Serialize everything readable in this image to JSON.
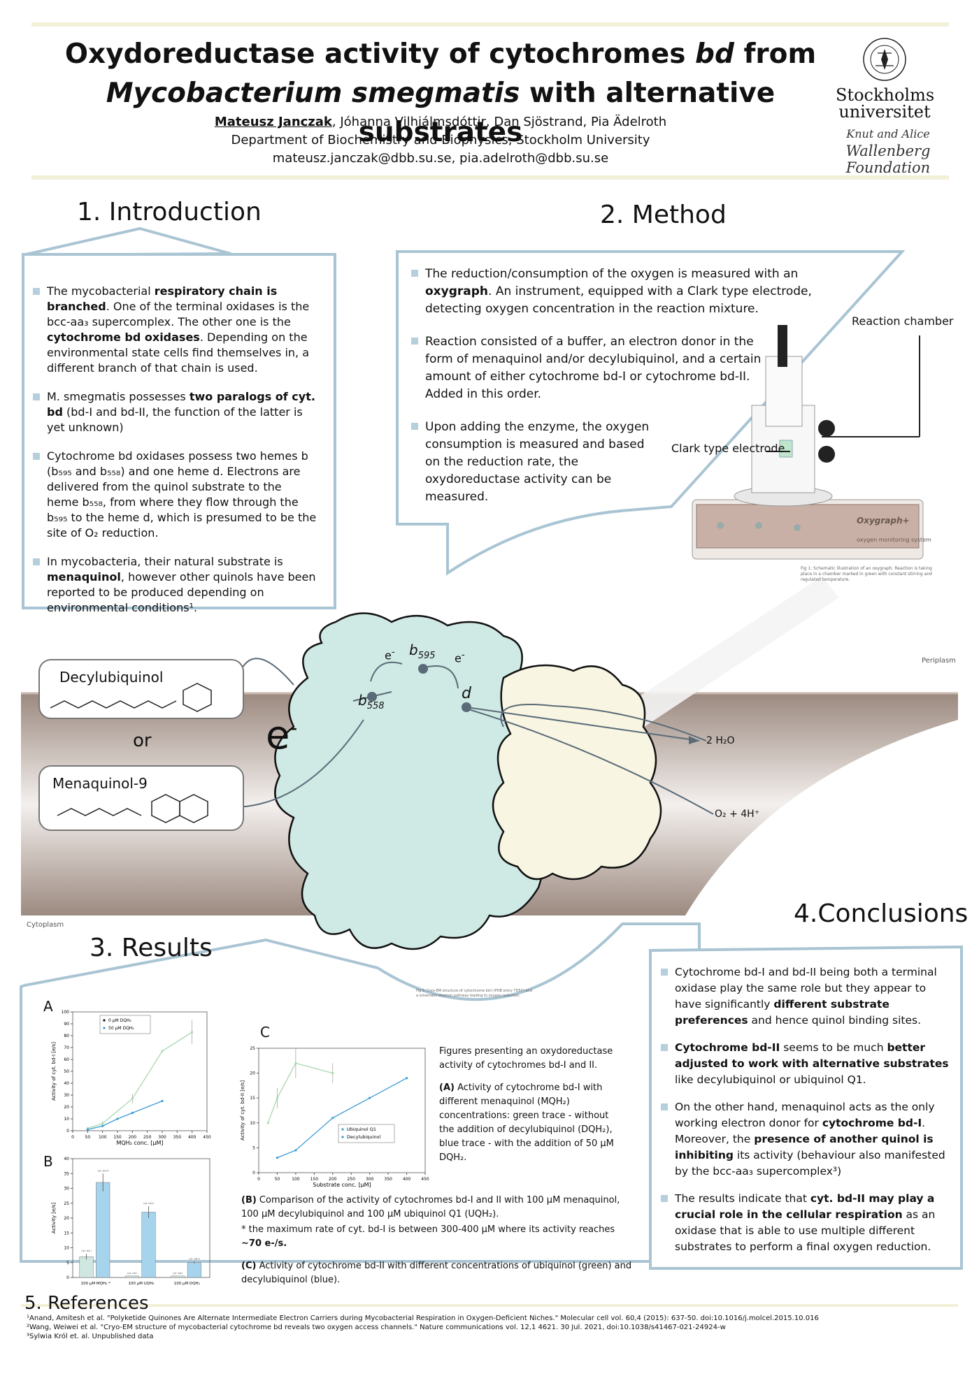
{
  "header": {
    "title_line1_pre": "Oxydoreductase activity of cytochromes ",
    "title_line1_it": "bd",
    "title_line1_post": " from",
    "title_line2_it": "Mycobacterium smegmatis",
    "title_line2_post": " with alternative substrates",
    "author_main": "Mateusz Janczak",
    "authors_rest": ", Jóhanna Vilhjálmsdóttir, Dan Sjöstrand, Pia Ädelroth",
    "department": "Department of Biochemistry and Biophysics, Stockholm University",
    "emails": "mateusz.janczak@dbb.su.se, pia.adelroth@dbb.su.se",
    "logo_su_line1": "Stockholms",
    "logo_su_line2": "universitet",
    "logo_kaw_line1": "Knut and Alice",
    "logo_kaw_line2": "Wallenberg",
    "logo_kaw_line3": "Foundation"
  },
  "sections": {
    "intro": "1. Introduction",
    "method": "2. Method",
    "results": "3. Results",
    "conclusions": "4.Conclusions",
    "references": "5. References"
  },
  "intro_bullets": [
    {
      "a": "The mycobacterial ",
      "b": "respiratory chain is branched",
      "c": ". One of the terminal oxidases is the bcc-aa₃ supercomplex. The other one is the ",
      "d": "cytochrome bd oxidases",
      "e": ". Depending on the environmental state cells find themselves in, a different branch of that chain is used."
    },
    {
      "a": "M. smegmatis possesses ",
      "b": "two paralogs of cyt. bd",
      "c": " (bd-I and bd-II, the function of the latter is yet unknown)",
      "d": "",
      "e": ""
    },
    {
      "a": "Cytochrome bd oxidases possess two hemes b (b₅₉₅ and b₅₅₈) and one heme d. Electrons are delivered from the quinol substrate to the heme b₅₅₈, from where they flow through the b₅₉₅ to the heme d, which is presumed to be the site of O₂ reduction.",
      "b": "",
      "c": "",
      "d": "",
      "e": ""
    },
    {
      "a": "In mycobacteria, their natural substrate is ",
      "b": "menaquinol",
      "c": ", however other quinols have been reported to be produced depending on environmental conditions¹.",
      "d": "",
      "e": ""
    }
  ],
  "method_bullets": [
    {
      "a": "The reduction/consumption of the oxygen is measured with an ",
      "b": "oxygraph",
      "c": ". An instrument, equipped with a Clark type electrode, detecting oxygen concentration in the reaction mixture."
    },
    {
      "a": "Reaction consisted of a buffer, an electron donor in the form of menaquinol and/or decylubiquinol, and a certain amount of either cytochrome bd-I or cytochrome bd-II. Added in this order.",
      "b": "",
      "c": ""
    },
    {
      "a": "Upon adding the enzyme, the oxygen consumption is measured and based on the reduction rate, the oxydoreductase activity can be measured.",
      "b": "",
      "c": ""
    }
  ],
  "oxygraph": {
    "reaction_chamber": "Reaction chamber",
    "clark": "Clark type electrode",
    "brand": "Oxygraph+",
    "subtitle": "oxygen monitoring system",
    "caption": "Fig 1: Schematic illustration of an oxygraph. Reaction is taking place in a chamber marked in green with constant stirring and regulated temperature."
  },
  "structure": {
    "decyl": "Decylubiquinol",
    "or": "or",
    "mena": "Menaquinol-9",
    "e_big": "e",
    "e_small1": "e",
    "e_small2": "e",
    "b558": "b",
    "b558_sub": "558",
    "b595": "b",
    "b595_sub": "595",
    "d": "d",
    "h2o": "2 H₂O",
    "o2": "O₂ + 4H⁺",
    "periplasm": "Periplasm",
    "cytoplasm": "Cytoplasm",
    "caption": "Fig 2: Cryo-EM structure of cytochrome bd-I (PDB entry 7D5I²) and a schematic electron pathway leading to oxygen reduction."
  },
  "conclusions": [
    {
      "a": "Cytochrome bd-I and bd-II being both a terminal oxidase play the same role but they appear to have significantly ",
      "b": "different substrate preferences",
      "c": " and hence quinol binding sites."
    },
    {
      "a": "",
      "b": "Cytochrome bd-II",
      "c": " seems to be much ",
      "d": "better adjusted to work with alternative substrates",
      "e": " like decylubiquinol or ubiquinol Q1."
    },
    {
      "a": "On the other hand, menaquinol acts as the only working electron donor for ",
      "b": "cytochrome bd-I",
      "c": ". Moreover, the ",
      "d": "presence of another quinol is inhibiting",
      "e": " its activity (behaviour also manifested by the bcc-aa₃ supercomplex³)"
    },
    {
      "a": "The results indicate that ",
      "b": "cyt. bd-II may play a crucial role in the cellular respiration",
      "c": " as an oxidase that is able to use multiple different substrates to perform a final oxygen reduction."
    }
  ],
  "results_caption": {
    "p0": "Figures presenting an oxydoreductase activity of cytochromes bd-I and II.",
    "a_label": "(A)",
    "a_text": " Activity of cytochrome bd-I with different menaquinol (MQH₂) concentrations: green trace - without the addition of decylubiquinol (DQH₂), blue trace - with the addition of 50 μM DQH₂.",
    "b_label": "(B)",
    "b_text": " Comparison of the activity of cytochromes bd-I and II with 100 μM menaquinol, 100 μM decylubiquinol and 100 μM ubiquinol Q1 (UQH₂).",
    "b_note_pre": "* the maximum rate of cyt. bd-I is between 300-400 μM where its activity reaches ",
    "b_note_bold": "~70 e-/s.",
    "c_label": "(C)",
    "c_text": " Activity of cytochrome bd-II with different concentrations of ubiquinol (green) and decylubiquinol (blue)."
  },
  "panel_labels": {
    "a": "A",
    "b": "B",
    "c": "C"
  },
  "references": [
    "¹Anand, Amitesh et al. \"Polyketide Quinones Are Alternate Intermediate Electron Carriers during Mycobacterial Respiration in Oxygen-Deficient Niches.\" Molecular cell vol. 60,4 (2015): 637-50. doi:10.1016/j.molcel.2015.10.016",
    "²Wang, Weiwei et al. \"Cryo-EM structure of mycobacterial cytochrome bd reveals two oxygen access channels.\" Nature communications vol. 12,1 4621. 30 Jul. 2021, doi:10.1038/s41467-021-24924-w",
    "³Sylwia Król et. al. Unpublished data"
  ],
  "chart_data": [
    {
      "type": "line",
      "id": "A",
      "xlabel": "MQH₂ conc. [μM]",
      "ylabel": "Activity of cyt. bd-I [e/s]",
      "xlim": [
        0,
        450
      ],
      "ylim": [
        0,
        100
      ],
      "xticks": [
        0,
        50,
        100,
        150,
        200,
        250,
        300,
        350,
        400,
        450
      ],
      "yticks": [
        0,
        10,
        20,
        30,
        40,
        50,
        60,
        70,
        80,
        90,
        100
      ],
      "series": [
        {
          "name": "0 μM DQH₂",
          "color": "#a8d8b0",
          "x": [
            50,
            100,
            200,
            300,
            400
          ],
          "y": [
            2,
            6,
            27,
            67,
            83
          ],
          "err": [
            0,
            2,
            4,
            0,
            10
          ]
        },
        {
          "name": "50 μM DQH₂",
          "color": "#3c9bd6",
          "x": [
            50,
            100,
            150,
            200,
            300
          ],
          "y": [
            1,
            4,
            10,
            15,
            25
          ],
          "err": [
            0,
            1,
            1,
            1,
            0
          ]
        }
      ]
    },
    {
      "type": "bar",
      "id": "B",
      "ylabel": "Activity [e/s]",
      "ylim": [
        0,
        40
      ],
      "yticks": [
        0,
        5,
        10,
        15,
        20,
        25,
        30,
        35,
        40
      ],
      "categories": [
        "100 μM MQH₂ *",
        "100 μM UQH₂",
        "100 μM DQH₂"
      ],
      "series": [
        {
          "name": "cyt. bd-I",
          "color": "#cfe7e0",
          "values": [
            7,
            0.5,
            0.5
          ],
          "err": [
            1,
            0,
            0
          ]
        },
        {
          "name": "cyt. bd-II",
          "color": "#a6d4ec",
          "values": [
            32,
            22,
            5
          ],
          "err": [
            3,
            2,
            0.3
          ]
        }
      ]
    },
    {
      "type": "line",
      "id": "C",
      "xlabel": "Substrate conc. [μM]",
      "ylabel": "Activity of cyt. bd-II [e/s]",
      "xlim": [
        0,
        450
      ],
      "ylim": [
        0,
        25
      ],
      "xticks": [
        0,
        50,
        100,
        150,
        200,
        250,
        300,
        350,
        400,
        450
      ],
      "yticks": [
        0,
        5,
        10,
        15,
        20,
        25
      ],
      "series": [
        {
          "name": "Ubiquinol Q1",
          "color": "#a8d8b0",
          "x": [
            25,
            50,
            100,
            200
          ],
          "y": [
            10,
            15,
            22,
            20
          ],
          "err": [
            0,
            2,
            3,
            2
          ]
        },
        {
          "name": "Decylubiquinol",
          "color": "#3c9bd6",
          "x": [
            50,
            100,
            200,
            300,
            400
          ],
          "y": [
            3,
            4.5,
            11,
            15,
            19
          ],
          "err": [
            0,
            0,
            0,
            0,
            0
          ]
        }
      ]
    }
  ]
}
